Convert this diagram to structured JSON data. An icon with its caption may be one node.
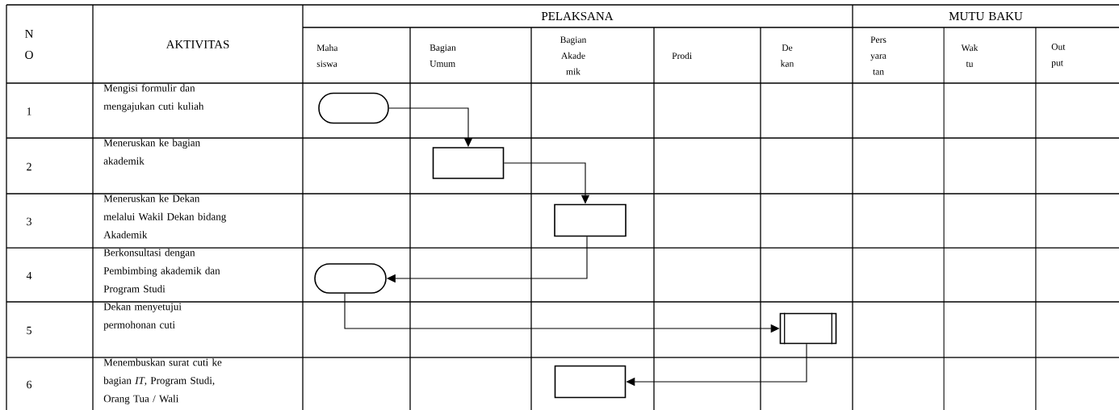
{
  "diagram": {
    "nodes": [
      {
        "text": [],
        "shape": "pill"
      },
      {
        "text": [],
        "shape": "box"
      },
      {
        "text": [],
        "shape": "box"
      },
      {
        "text": [],
        "shape": "pill"
      },
      {
        "text": [],
        "shape": "predefined"
      },
      {
        "text": [],
        "shape": "box"
      }
    ],
    "edges": [
      {
        "from": 0,
        "to": 1,
        "arrow": "to"
      },
      {
        "from": 1,
        "to": 2,
        "arrow": "to"
      },
      {
        "from": 2,
        "to": 3,
        "arrow": "to"
      },
      {
        "from": 3,
        "to": 4,
        "arrow": "to"
      },
      {
        "from": 4,
        "to": 5,
        "arrow": "to"
      }
    ],
    "labels": [
      "N O",
      "AKTIVITAS",
      "PELAKSANA",
      "MUTU BAKU",
      "Maha siswa",
      "Bagian Umum",
      "Bagian Akade mik",
      "Prodi",
      "De kan",
      "Pers yara tan",
      "Wak tu",
      "Out put",
      "1",
      "Mengisi formulir dan mengajukan cuti kuliah",
      "2",
      "Meneruskan ke bagian akademik",
      "3",
      "Meneruskan ke Dekan melalui Wakil Dekan bidang Akademik",
      "4",
      "Berkonsultasi dengan Pembimbing akademik dan Program Studi",
      "5",
      "Dekan menyetujui permohonan cuti",
      "6",
      "Menembuskan surat cuti ke bagian *IT*, Program Studi, Orang Tua / Wali"
    ]
  }
}
